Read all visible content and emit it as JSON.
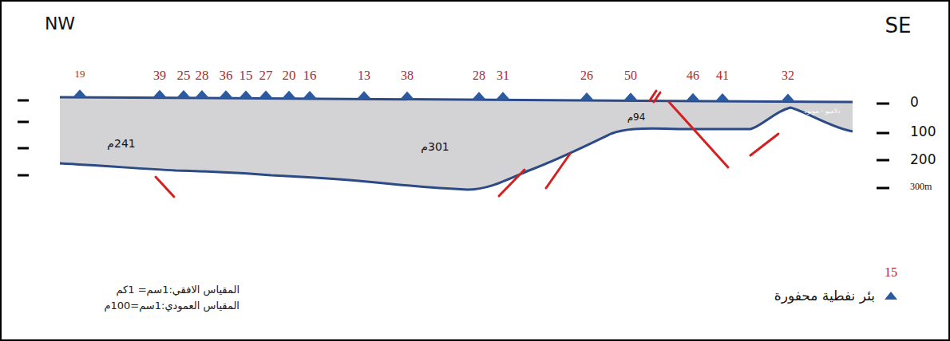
{
  "diagram": {
    "labels": [
      "NW",
      "SE",
      "19",
      "39",
      "25",
      "28",
      "36",
      "15",
      "27",
      "20",
      "16",
      "13",
      "38",
      "28",
      "31",
      "26",
      "50",
      "46",
      "41",
      "32",
      "0",
      "100",
      "200",
      "300m",
      "241م",
      "301م",
      "94م",
      "دلاميو - موتود",
      "المقياس الافقي:1سم= 1كم",
      "المقياس العمودي:1سم=100م",
      "15"
    ],
    "legend": [
      {
        "text": "بئر نفطية محفورة"
      }
    ]
  }
}
